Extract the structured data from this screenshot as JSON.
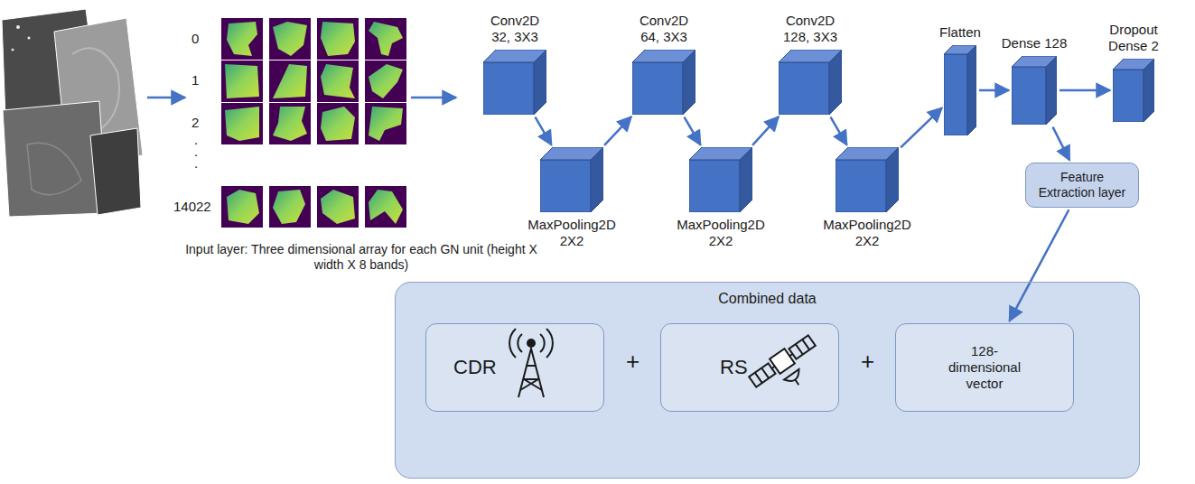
{
  "diagram": {
    "nodes": [
      {
        "text": [
          "Conv2D 32, 3X3"
        ]
      },
      {
        "text": [
          "MaxPooling2D 2X2"
        ]
      },
      {
        "text": [
          "Conv2D 64, 3X3"
        ]
      },
      {
        "text": [
          "MaxPooling2D 2X2"
        ]
      },
      {
        "text": [
          "Conv2D 128, 3X3"
        ]
      },
      {
        "text": [
          "MaxPooling2D 2X2"
        ]
      },
      {
        "text": [
          "Flatten"
        ]
      },
      {
        "text": [
          "Dense 128"
        ]
      },
      {
        "text": [
          "Dropout Dense 2"
        ]
      },
      {
        "text": [
          "Feature Extraction layer"
        ]
      },
      {
        "text": [
          "Combined data"
        ]
      },
      {
        "text": [
          "CDR"
        ],
        "in": 10
      },
      {
        "text": [
          "RS"
        ],
        "in": 10
      },
      {
        "text": [
          "128-dimensional vector"
        ],
        "in": 10
      }
    ],
    "edges": [
      {
        "from": 0,
        "to": 1,
        "arrow": "to"
      },
      {
        "from": 1,
        "to": 2,
        "arrow": "to"
      },
      {
        "from": 2,
        "to": 3,
        "arrow": "to"
      },
      {
        "from": 3,
        "to": 4,
        "arrow": "to"
      },
      {
        "from": 4,
        "to": 5,
        "arrow": "to"
      },
      {
        "from": 5,
        "to": 6,
        "arrow": "to"
      },
      {
        "from": 6,
        "to": 7,
        "arrow": "to"
      },
      {
        "from": 7,
        "to": 8,
        "arrow": "to"
      },
      {
        "from": 7,
        "to": 9,
        "arrow": "to"
      },
      {
        "from": 9,
        "to": 13,
        "arrow": "to"
      }
    ],
    "labels": [
      "0",
      "1",
      "2",
      ".",
      ".",
      ".",
      "14022",
      "Input layer: Three dimensional array for each GN unit (height X width X 8 bands)",
      "+",
      "+"
    ]
  }
}
